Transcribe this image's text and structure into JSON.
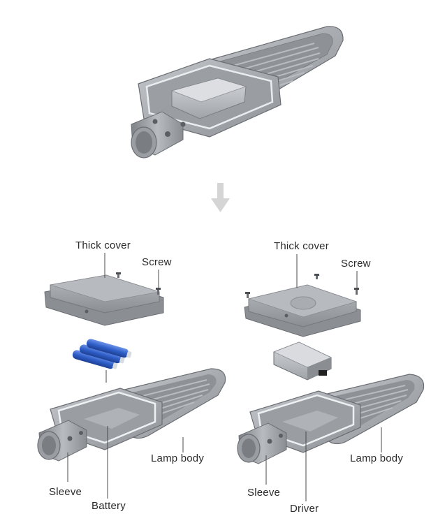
{
  "colors": {
    "body": "#a7abb0",
    "body_dark": "#7d8187",
    "body_light": "#c9ccd0",
    "edge": "#6a6e73",
    "fins": "#8e9297",
    "driver": "#b9bcc0",
    "battery": "#2f5fc9",
    "battery_cap": "#d7dbe2",
    "arrow": "#d5d5d5",
    "leader": "#4a4a4a",
    "text": "#2b2b2b"
  },
  "labels": {
    "left": {
      "thick_cover": "Thick cover",
      "screw": "Screw",
      "lamp_body": "Lamp body",
      "sleeve": "Sleeve",
      "battery": "Battery"
    },
    "right": {
      "thick_cover": "Thick cover",
      "screw": "Screw",
      "lamp_body": "Lamp body",
      "sleeve": "Sleeve",
      "driver": "Driver"
    }
  },
  "icons": {
    "arrow": "arrow-down-icon",
    "battery": "battery-icon",
    "driver": "driver-box-icon",
    "screw": "screw-icon"
  }
}
